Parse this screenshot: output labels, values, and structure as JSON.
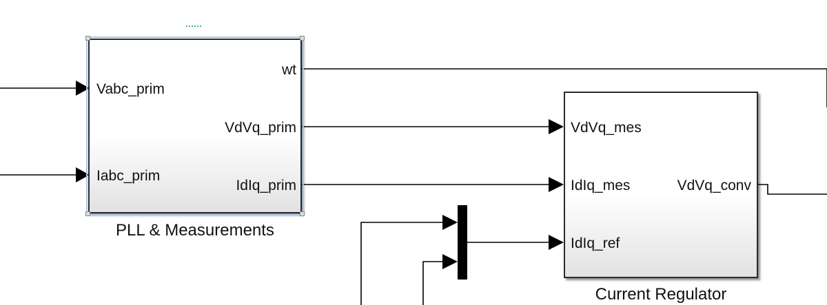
{
  "blocks": {
    "pll": {
      "name": "PLL & Measurements",
      "inputs": [
        "Vabc_prim",
        "Iabc_prim"
      ],
      "outputs": [
        "wt",
        "VdVq_prim",
        "IdIq_prim"
      ]
    },
    "current_regulator": {
      "name": "Current Regulator",
      "inputs": [
        "VdVq_mes",
        "IdIq_mes",
        "IdIq_ref"
      ],
      "outputs": [
        "VdVq_conv"
      ]
    }
  },
  "colors": {
    "line": "#000000",
    "selection": "#aac6ee"
  }
}
